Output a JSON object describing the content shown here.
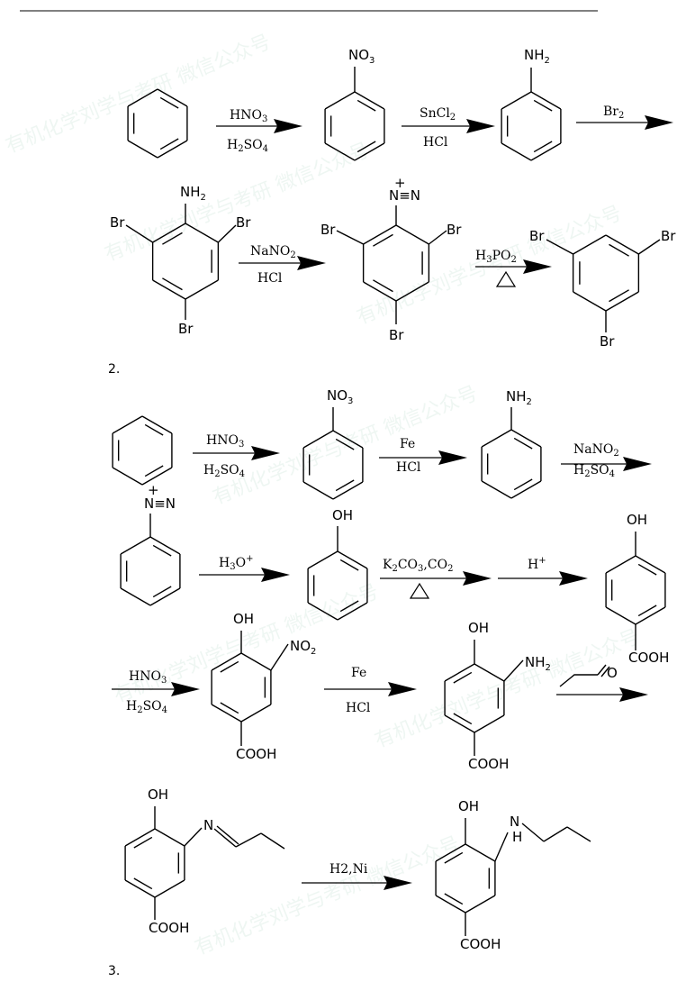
{
  "watermark": "有机化学刘学与考研 微信公众号",
  "labels": {
    "no3": "NO3",
    "nh2": "NH2",
    "no2": "NO2",
    "br": "Br",
    "oh": "OH",
    "o": "O",
    "n": "N",
    "nn": "N≡N",
    "plus": "+",
    "cooh": "COOH",
    "h": "H",
    "triangle": "△"
  },
  "section_numbers": {
    "s2": "2.",
    "s3": "3."
  },
  "reagents": {
    "r1_top": "HNO3",
    "r1_bot": "H2SO4",
    "r2_top": "SnCl2",
    "r2_bot": "HCl",
    "r3_top": "Br2",
    "r4_top": "NaNO2",
    "r4_bot": "HCl",
    "r5_top": "H3PO2",
    "r6_top": "HNO3",
    "r6_bot": "H2SO4",
    "r7_top": "Fe",
    "r7_bot": "HCl",
    "r8_top": "NaNO2",
    "r8_bot": "H2SO4",
    "r9_top": "H3O+",
    "r10_top": "K2CO3,CO2",
    "r11_top": "H+",
    "r12_top": "HNO3",
    "r12_bot": "H2SO4",
    "r13_top": "Fe",
    "r13_bot": "HCl",
    "r14_top": "H2,Ni"
  }
}
